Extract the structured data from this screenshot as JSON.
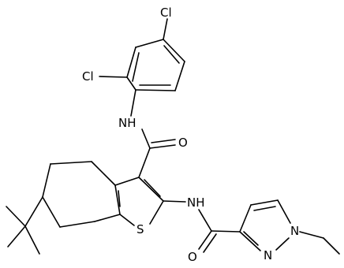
{
  "atom_labels": {
    "cl_top": "Cl",
    "cl_left": "Cl",
    "nh_amide1": "NH",
    "o_amide1": "O",
    "nh_amide2": "NH",
    "s_thiophene": "S",
    "o_amide2": "O",
    "n_pyrazole2": "N",
    "n_pyrazole1": "N"
  },
  "colors": {
    "bond": "#000000",
    "label": "#000000",
    "background": "#ffffff"
  }
}
